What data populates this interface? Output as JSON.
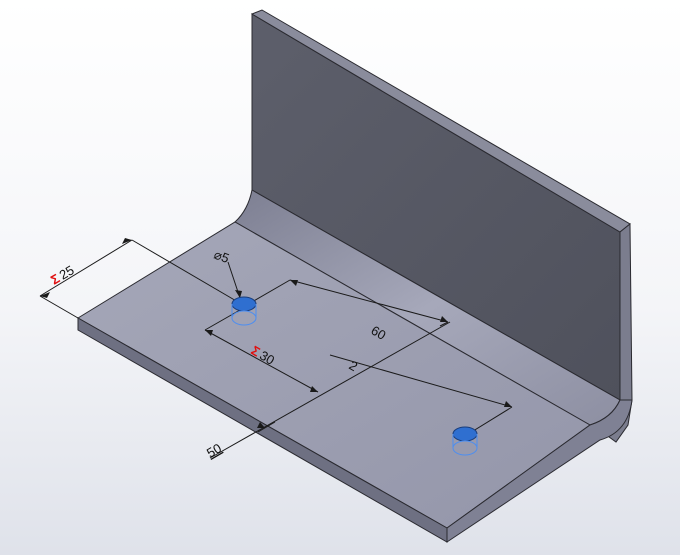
{
  "model": {
    "colors": {
      "flange_face": "#575964",
      "flange_edge": "#8a8c9c",
      "base_top": "#9a9caf",
      "base_front": "#6e7082",
      "bend": "#9496aa",
      "edge_line": "#2a2a30",
      "hole_blue": "#2f6fd0",
      "dimension_line": "#1a1a1a",
      "sigma_red": "#e01010"
    }
  },
  "dimensions": {
    "d25": {
      "sigma": "Σ",
      "value": "25"
    },
    "d30": {
      "sigma": "Σ",
      "value": "30"
    },
    "d60": {
      "value": "60"
    },
    "d2": {
      "value": "2"
    },
    "d50": {
      "value": "50"
    },
    "hole": {
      "value": "⌀5"
    }
  }
}
